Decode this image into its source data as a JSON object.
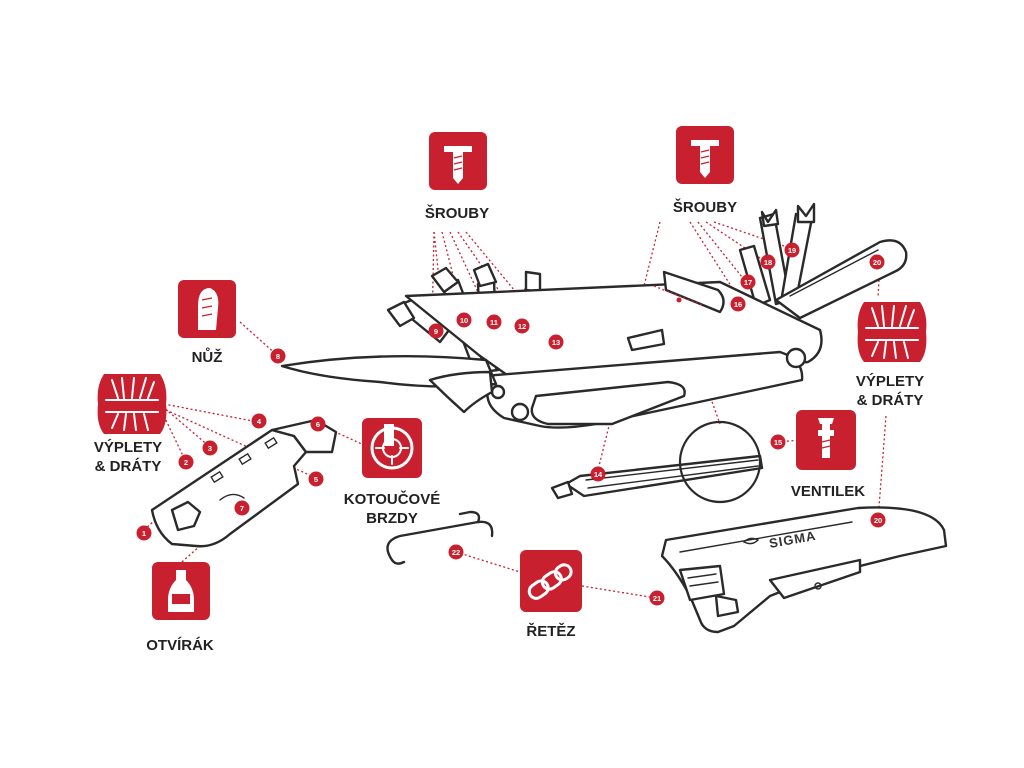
{
  "labels": {
    "srouby_left": "ŠROUBY",
    "srouby_right": "ŠROUBY",
    "nuz": "NŮŽ",
    "vyplety_left_1": "VÝPLETY",
    "vyplety_left_2": "& DRÁTY",
    "vyplety_right_1": "VÝPLETY",
    "vyplety_right_2": "& DRÁTY",
    "kotoucove_1": "KOTOUČOVÉ",
    "kotoucove_2": "BRZDY",
    "ventilek": "VENTILEK",
    "oteviral": "OTVÍRÁK",
    "retez": "ŘETĚZ"
  },
  "brand": "SIGMA",
  "colors": {
    "accent": "#c9202f",
    "outline": "#2a2a2a",
    "text": "#222222"
  },
  "icons": {
    "srouby_left": "screw-icon",
    "srouby_right": "screw-icon",
    "nuz": "knife-icon",
    "vyplety_left": "spoke-wheel-icon",
    "vyplety_right": "spoke-wheel-icon",
    "kotoucove": "disc-brake-icon",
    "ventilek": "valve-icon",
    "oteviral": "bottle-icon",
    "retez": "chain-icon"
  },
  "badges": {
    "b1": "1",
    "b2": "2",
    "b3": "3",
    "b4": "4",
    "b5": "5",
    "b6": "6",
    "b7": "7",
    "b8": "8",
    "b9": "9",
    "b10": "10",
    "b11": "11",
    "b12": "12",
    "b13": "13",
    "b14": "14",
    "b15": "15",
    "b16": "16",
    "b17": "17",
    "b18": "18",
    "b19": "19",
    "b20a": "20",
    "b20b": "20",
    "b21": "21",
    "b22": "22"
  }
}
